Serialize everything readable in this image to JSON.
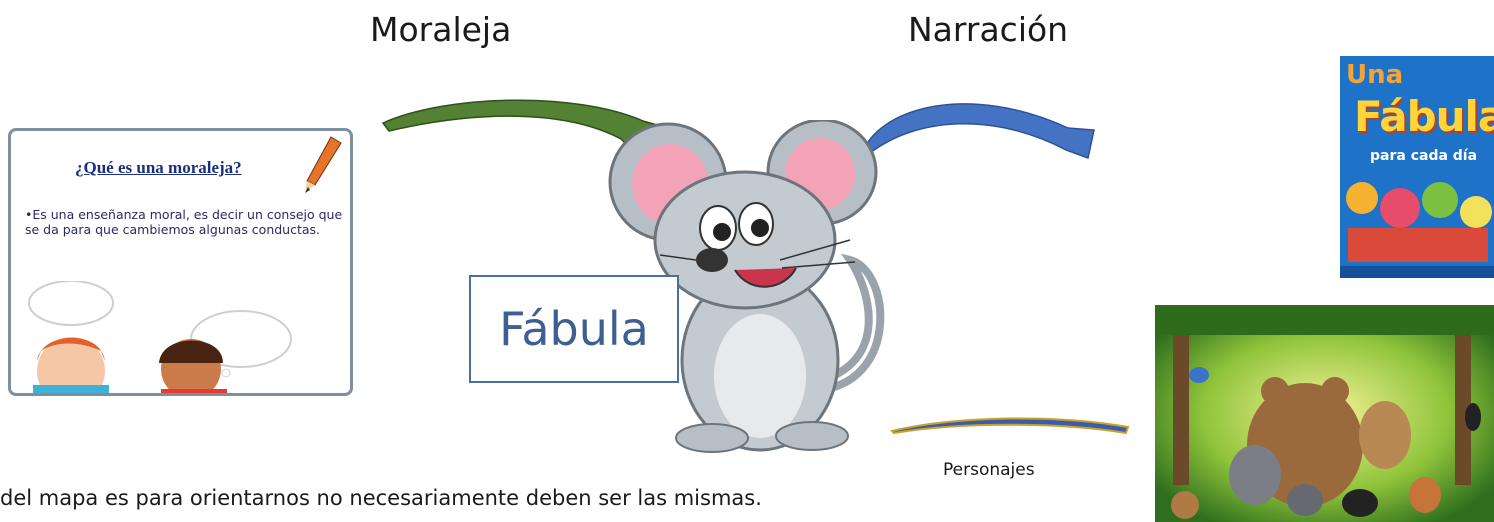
{
  "labels": {
    "moraleja": "Moraleja",
    "narracion": "Narración",
    "personajes": "Personajes",
    "footnote": "del mapa es para orientarnos no necesariamente deben ser las mismas."
  },
  "center": {
    "title": "Fábula"
  },
  "moral_card": {
    "title": "¿Qué es una moraleja?",
    "text": "•Es una enseñanza moral, es decir un consejo que se da para que cambiemos algunas conductas."
  },
  "book_cover": {
    "line1": "Una",
    "line2": "Fábula",
    "line3": "para cada día"
  },
  "colors": {
    "green_arrow": "#548235",
    "blue_arrow": "#4472c4",
    "gold_arrow": "#c9a227",
    "fabula_text": "#3d5f91",
    "book_bg": "#1e72c8"
  }
}
